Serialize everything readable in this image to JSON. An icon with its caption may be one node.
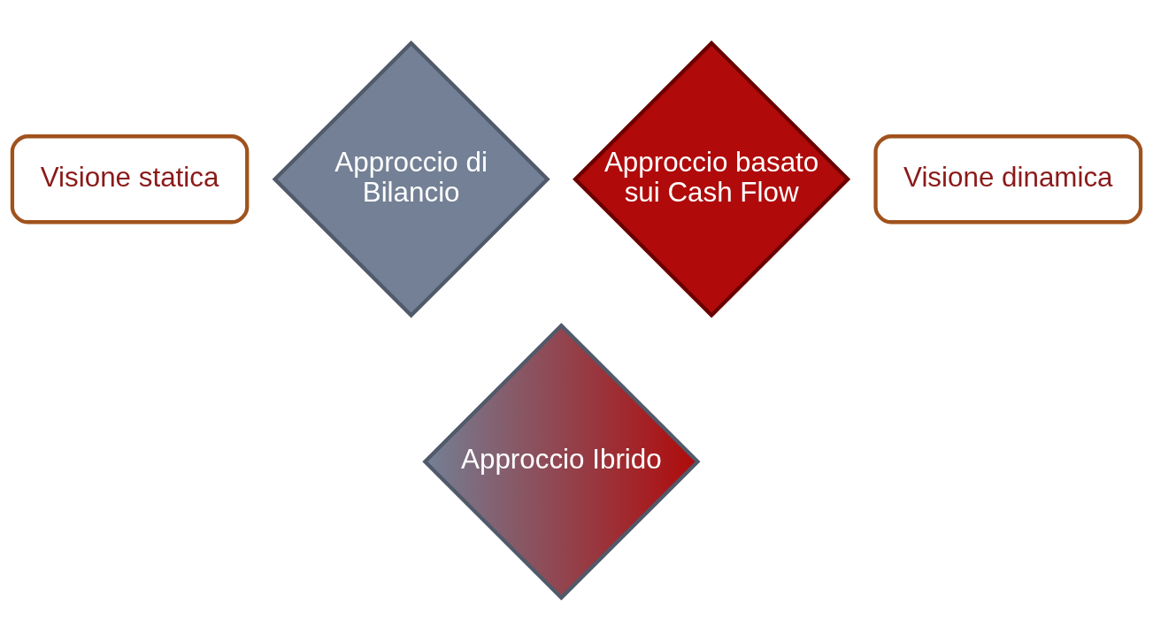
{
  "diagram": {
    "nodes": [
      {
        "text": [
          "Visione statica"
        ]
      },
      {
        "text": [
          "Approccio di Bilancio"
        ]
      },
      {
        "text": [
          "Approccio basato sui Cash Flow"
        ]
      },
      {
        "text": [
          "Visione dinamica"
        ]
      },
      {
        "text": [
          "Approccio Ibrido"
        ]
      }
    ]
  }
}
